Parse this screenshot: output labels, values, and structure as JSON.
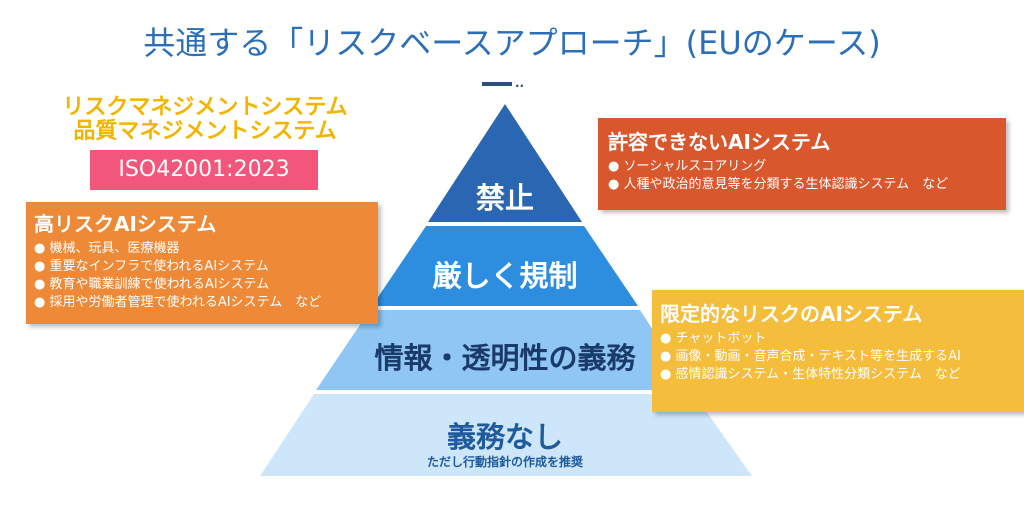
{
  "title": "共通する「リスクベースアプローチ」(EUのケース)",
  "title_dots": "..",
  "management": {
    "line1": "リスクマネジメントシステム",
    "line2": "品質マネジメントシステム",
    "standard": "ISO42001:2023"
  },
  "pyramid": {
    "tiers": [
      {
        "label": "禁止",
        "color": "#2a66b1"
      },
      {
        "label": "厳しく規制",
        "color": "#2d8ee0"
      },
      {
        "label": "情報・透明性の義務",
        "color": "#8fc6f3"
      },
      {
        "label": "義務なし",
        "sublabel": "ただし行動指針の作成を推奨",
        "color": "#cde6fa"
      }
    ]
  },
  "boxes": {
    "unacceptable": {
      "heading": "許容できないAIシステム",
      "items": [
        "● ソーシャルスコアリング",
        "● 人種や政治的意見等を分類する生体認識システム　など"
      ],
      "color": "#d9572d"
    },
    "high_risk": {
      "heading": "高リスクAIシステム",
      "items": [
        "● 機械、玩具、医療機器",
        "● 重要なインフラで使われるAIシステム",
        "● 教育や職業訓練で使われるAIシステム",
        "● 採用や労働者管理で使われるAIシステム　など"
      ],
      "color": "#ee8a37"
    },
    "limited_risk": {
      "heading": "限定的なリスクのAIシステム",
      "items": [
        "● チャットボット",
        "● 画像・動画・音声合成・テキスト等を生成するAI",
        "● 感情認識システム・生体特性分類システム　など"
      ],
      "color": "#f5bd3c"
    }
  }
}
